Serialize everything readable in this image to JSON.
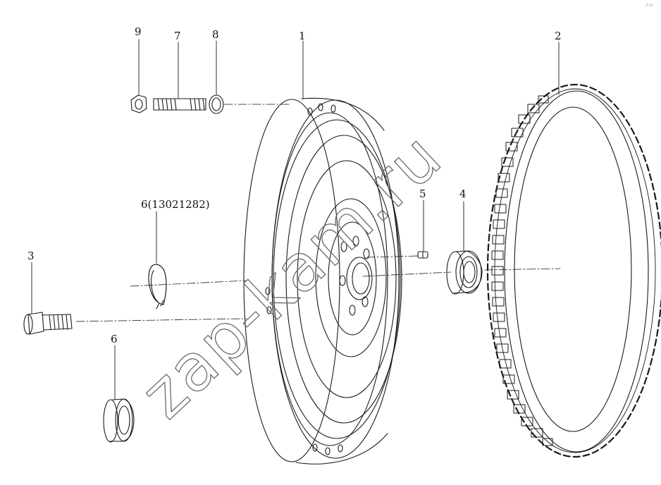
{
  "labels": {
    "part_1": "1",
    "part_2": "2",
    "part_3": "3",
    "part_4": "4",
    "part_5": "5",
    "part_6_top": "6(13021282)",
    "part_6_bottom": "6",
    "part_7": "7",
    "part_8": "8",
    "part_9": "9"
  },
  "watermark": "zap-kam.ru",
  "corner_mark": "ₓ⁰ ▭",
  "colors": {
    "line": "#1a1a1a",
    "background": "#ffffff",
    "watermark": "#6a6a6a"
  }
}
